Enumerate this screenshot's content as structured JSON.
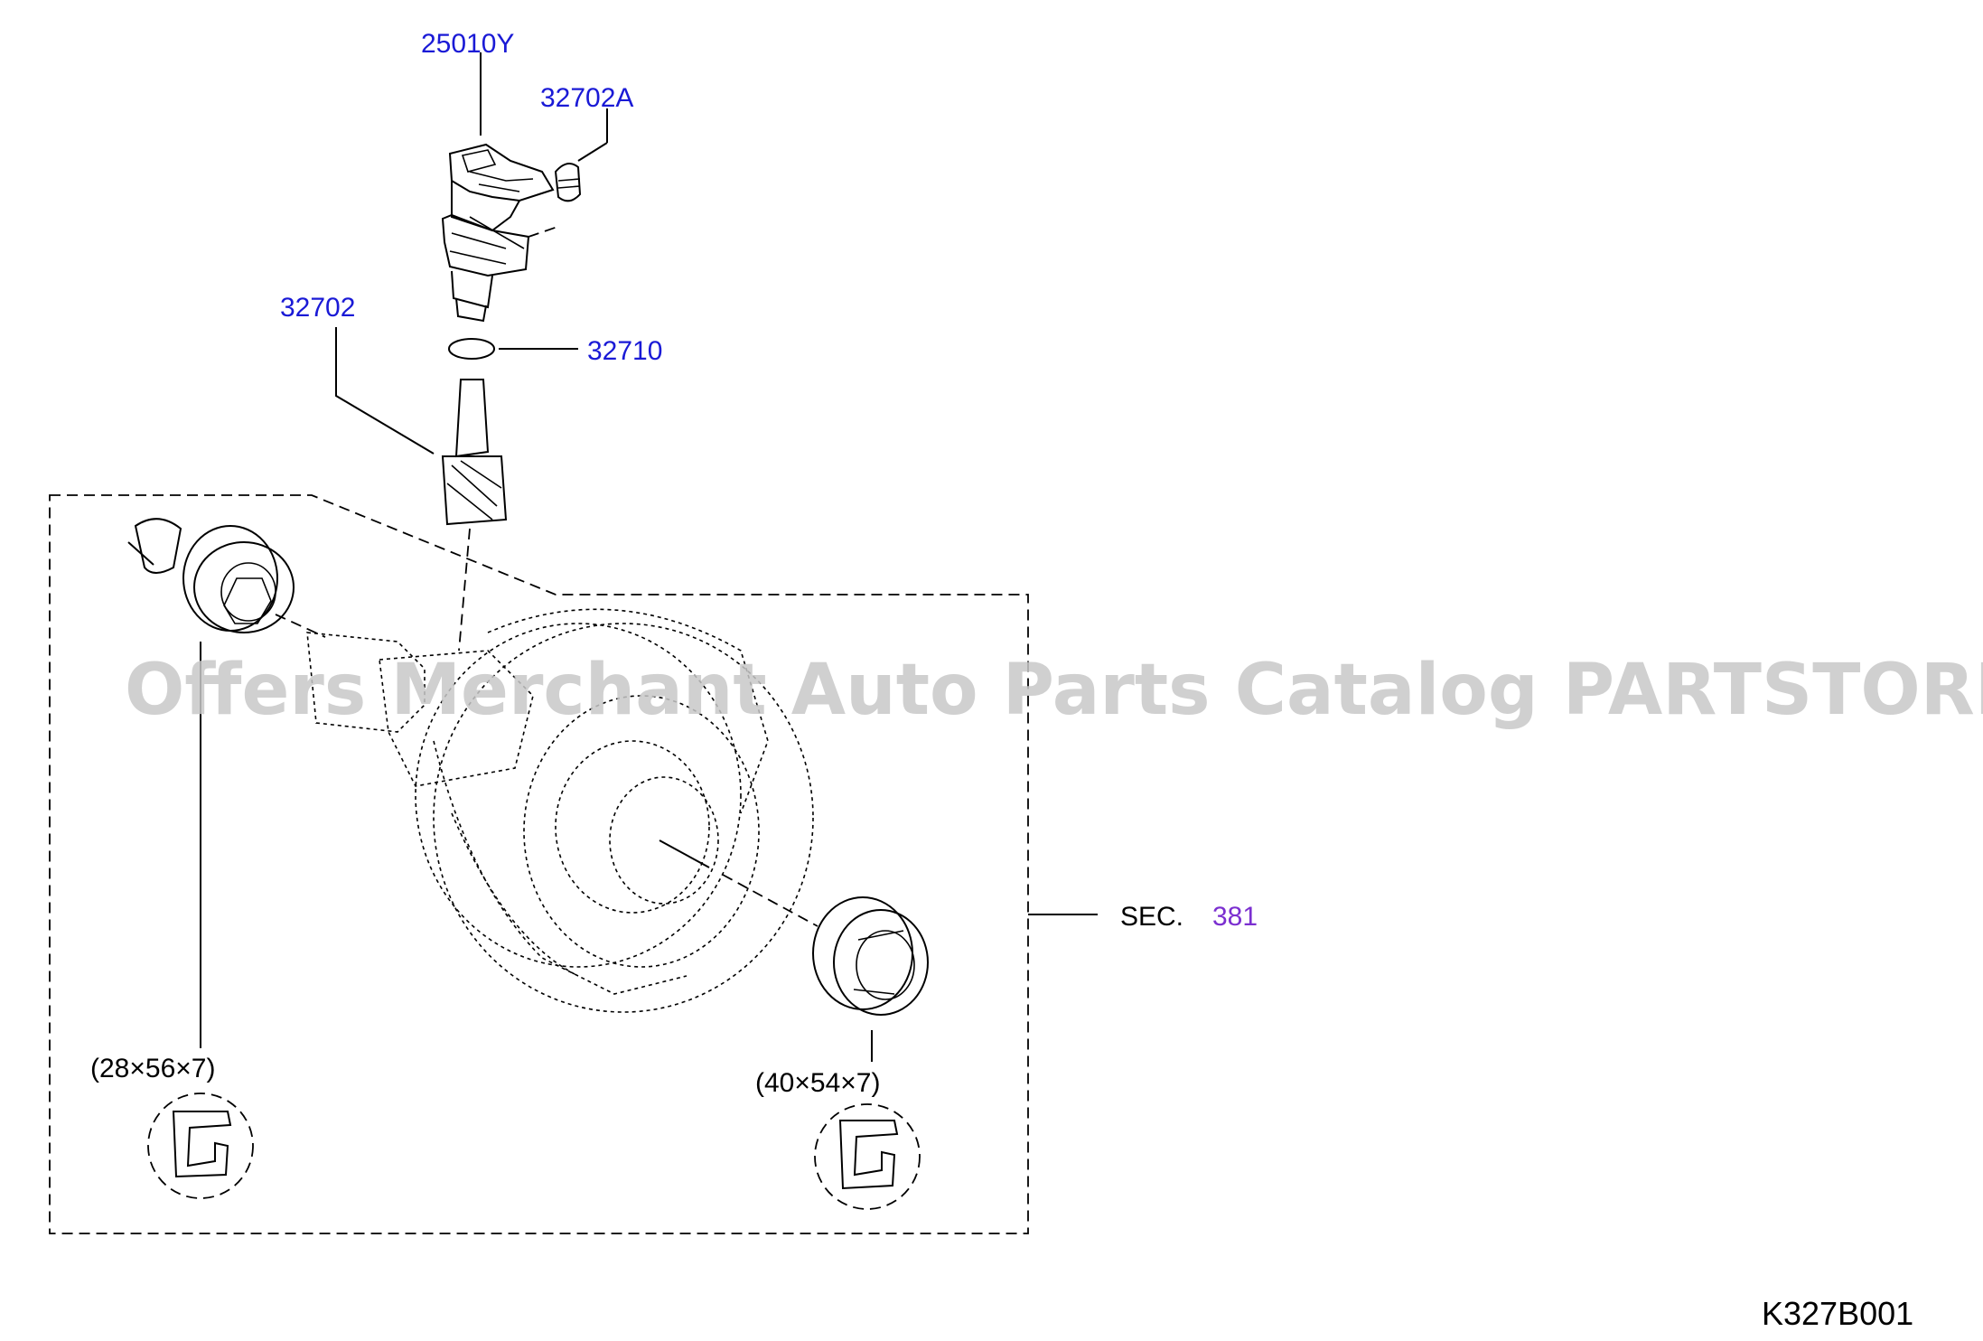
{
  "parts": {
    "p25010Y": "25010Y",
    "p32702A": "32702A",
    "p32702": "32702",
    "p32710": "32710"
  },
  "section": {
    "prefix": "SEC.",
    "number": "381"
  },
  "seals": {
    "left_size": "(28×56×7)",
    "right_size": "(40×54×7)"
  },
  "watermark": "Offers Merchant Auto Parts Catalog PARTSTORE.SA",
  "diagram_code": "K327B001",
  "colors": {
    "part_link": "#1a1ad6",
    "section_link": "#7b2fd0",
    "watermark": "#c8c8c8"
  }
}
